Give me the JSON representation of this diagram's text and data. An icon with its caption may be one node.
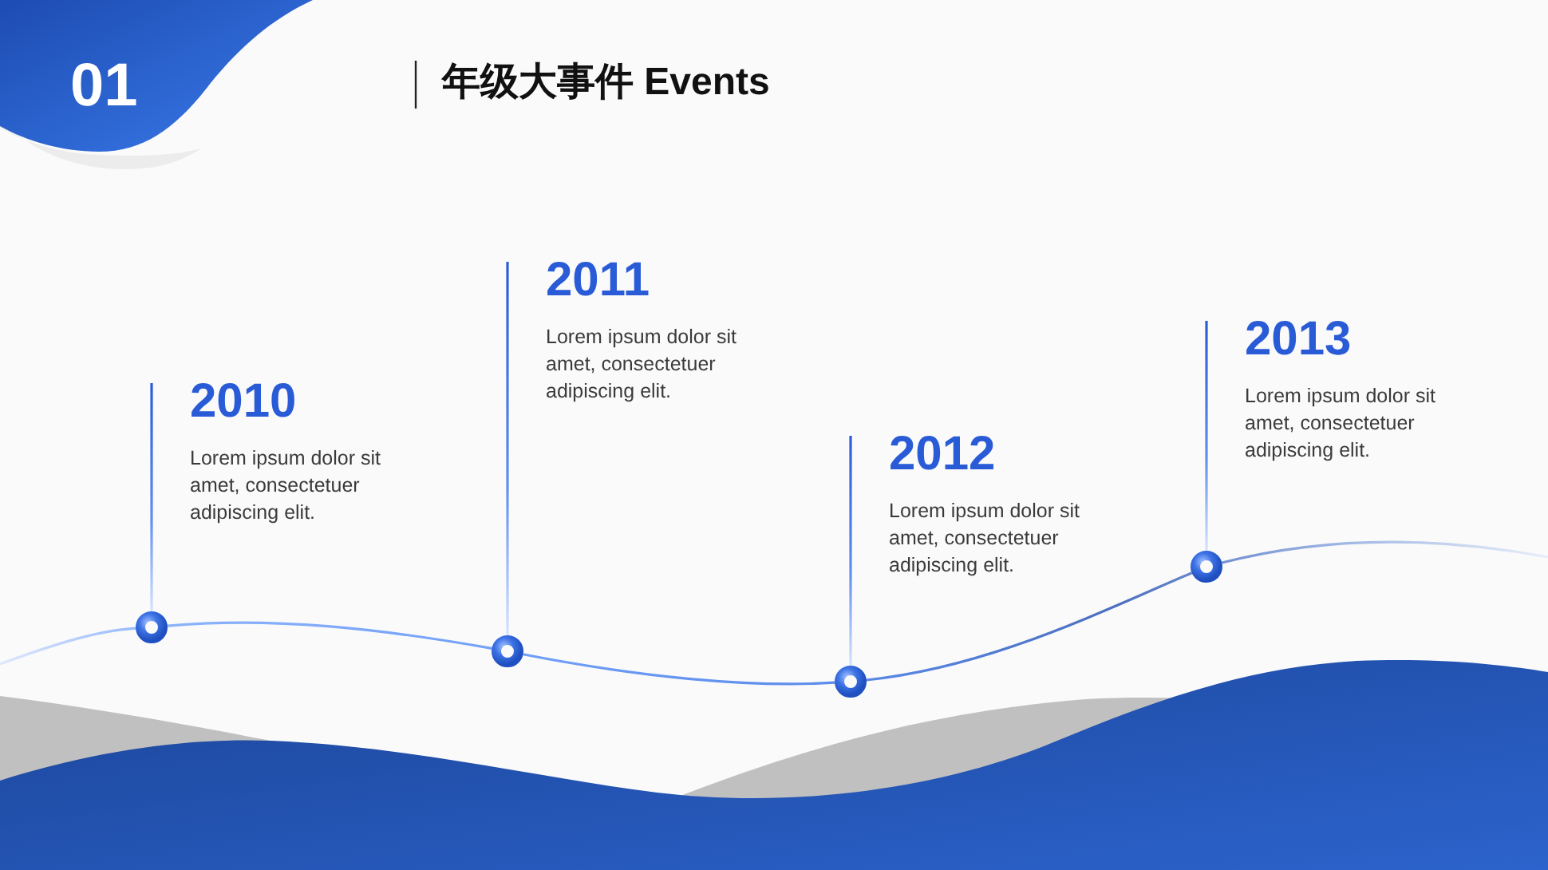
{
  "diagram": {
    "title": "年级大事件 Events",
    "nodes": [
      {
        "text": [
          "2010",
          "Lorem ipsum dolor sit amet, consectetuer adipiscing elit."
        ]
      },
      {
        "text": [
          "2011",
          "Lorem ipsum dolor sit amet, consectetuer adipiscing elit."
        ]
      },
      {
        "text": [
          "2012",
          "Lorem ipsum dolor sit amet, consectetuer adipiscing elit."
        ]
      },
      {
        "text": [
          "2013",
          "Lorem ipsum dolor sit amet, consectetuer adipiscing elit."
        ]
      },
      {
        "text": [],
        "shape": "circle"
      },
      {
        "text": [],
        "shape": "circle"
      },
      {
        "text": [],
        "shape": "circle"
      },
      {
        "text": [],
        "shape": "circle"
      }
    ],
    "edges": [
      {
        "from": 0,
        "to": 4,
        "arrow": "none"
      },
      {
        "from": 1,
        "to": 5,
        "arrow": "none"
      },
      {
        "from": 2,
        "to": 6,
        "arrow": "none"
      },
      {
        "from": 3,
        "to": 7,
        "arrow": "none"
      },
      {
        "from": null,
        "to": 4,
        "arrow": "none"
      },
      {
        "from": 4,
        "to": 5,
        "arrow": "none"
      },
      {
        "from": 5,
        "to": 6,
        "arrow": "none"
      },
      {
        "from": 6,
        "to": 7,
        "arrow": "none"
      },
      {
        "from": 7,
        "to": null,
        "arrow": "none"
      }
    ],
    "labels": [
      "01"
    ]
  }
}
